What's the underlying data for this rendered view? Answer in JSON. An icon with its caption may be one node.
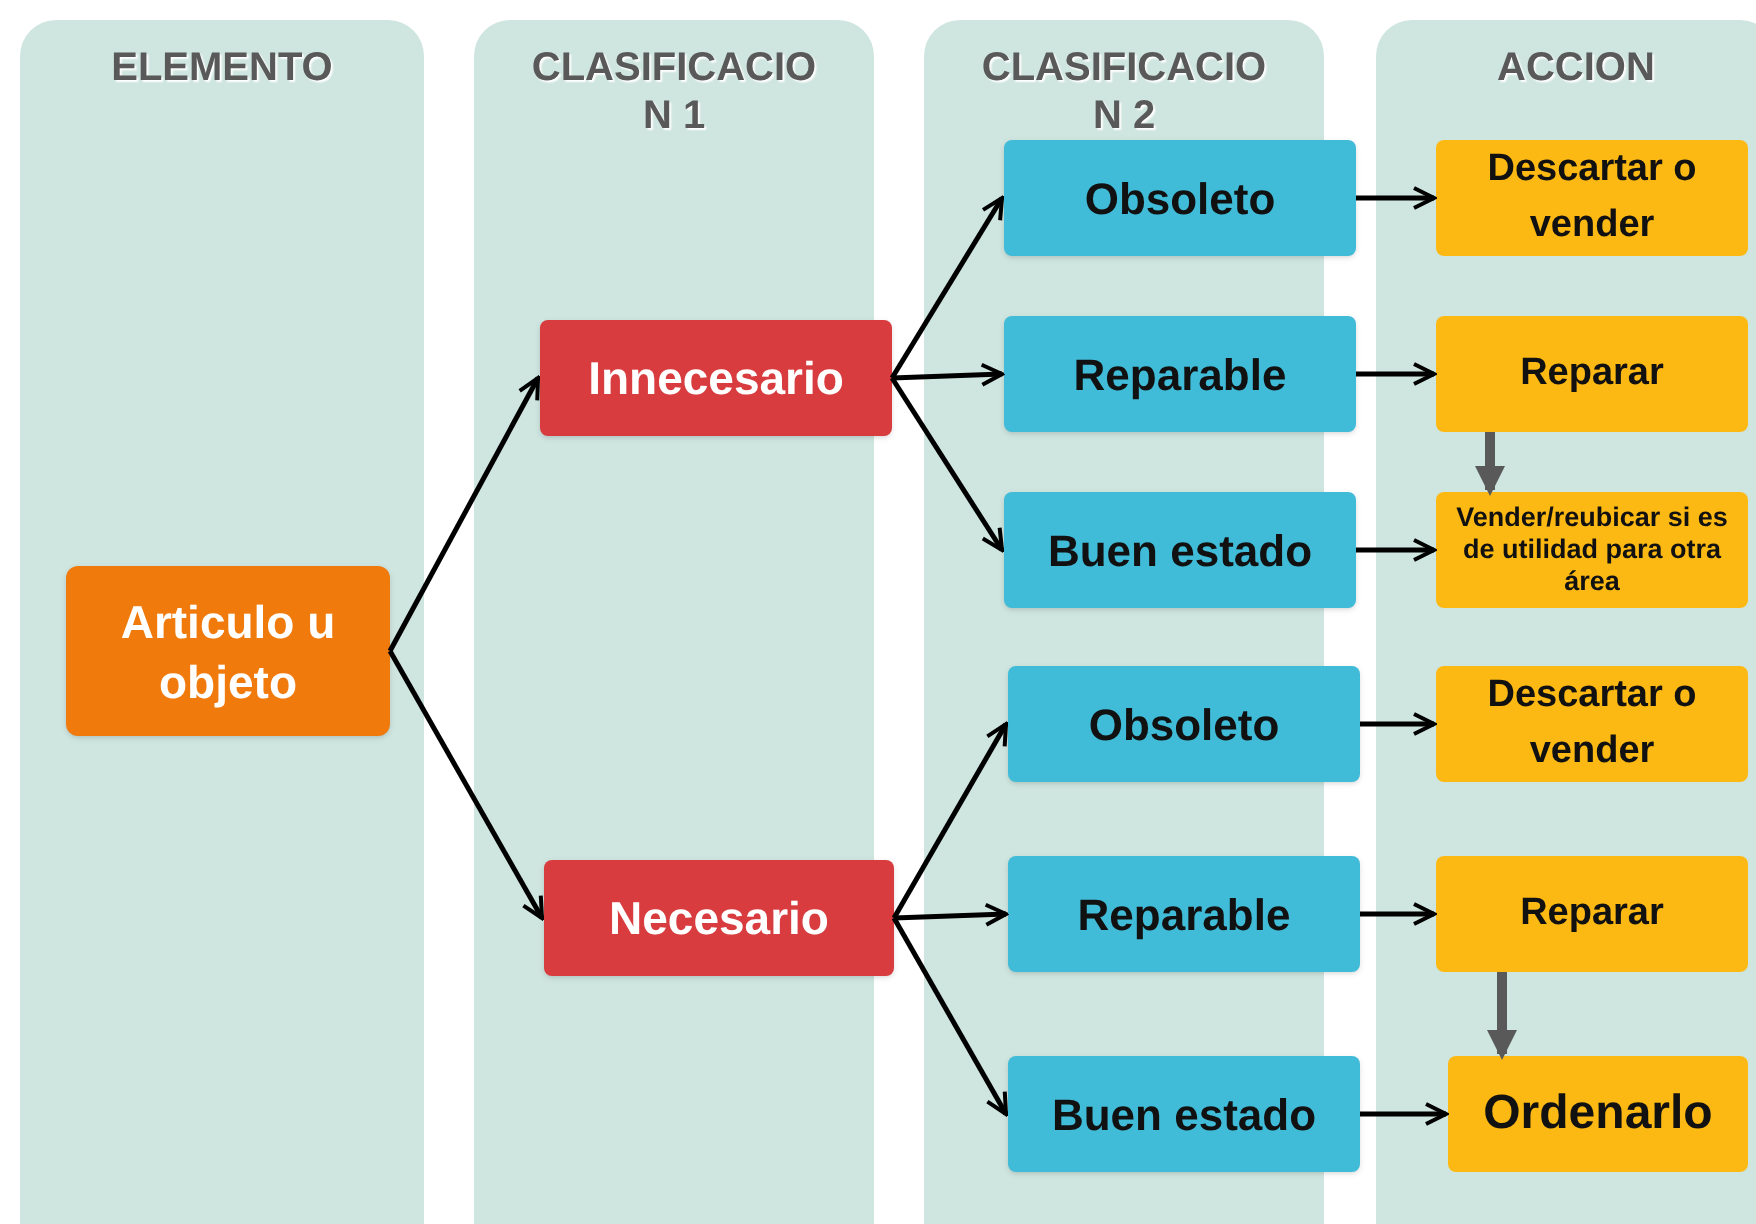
{
  "diagram": {
    "nodes": [
      {
        "text": [
          "Articulo u objeto"
        ]
      },
      {
        "text": [
          "Innecesario"
        ]
      },
      {
        "text": [
          "Necesario"
        ]
      },
      {
        "text": [
          "Obsoleto"
        ]
      },
      {
        "text": [
          "Reparable"
        ]
      },
      {
        "text": [
          "Buen estado"
        ]
      },
      {
        "text": [
          "Obsoleto"
        ]
      },
      {
        "text": [
          "Reparable"
        ]
      },
      {
        "text": [
          "Buen estado"
        ]
      },
      {
        "text": [
          "Descartar o vender"
        ]
      },
      {
        "text": [
          "Reparar"
        ]
      },
      {
        "text": [
          "Vender/reubicar si es de utilidad para otra área"
        ]
      },
      {
        "text": [
          "Descartar o vender"
        ]
      },
      {
        "text": [
          "Reparar"
        ]
      },
      {
        "text": [
          "Ordenarlo"
        ]
      }
    ],
    "edges": [
      {
        "from": 0,
        "to": 1,
        "arrow": "to"
      },
      {
        "from": 0,
        "to": 2,
        "arrow": "to"
      },
      {
        "from": 1,
        "to": 3,
        "arrow": "to"
      },
      {
        "from": 1,
        "to": 4,
        "arrow": "to"
      },
      {
        "from": 1,
        "to": 5,
        "arrow": "to"
      },
      {
        "from": 2,
        "to": 6,
        "arrow": "to"
      },
      {
        "from": 2,
        "to": 7,
        "arrow": "to"
      },
      {
        "from": 2,
        "to": 8,
        "arrow": "to"
      },
      {
        "from": 3,
        "to": 9,
        "arrow": "to"
      },
      {
        "from": 4,
        "to": 10,
        "arrow": "to"
      },
      {
        "from": 5,
        "to": 11,
        "arrow": "to"
      },
      {
        "from": 6,
        "to": 12,
        "arrow": "to"
      },
      {
        "from": 7,
        "to": 13,
        "arrow": "to"
      },
      {
        "from": 8,
        "to": 14,
        "arrow": "to"
      },
      {
        "from": 10,
        "to": 11,
        "arrow": "to",
        "style": "thick",
        "color": "#595959"
      },
      {
        "from": 13,
        "to": 14,
        "arrow": "to",
        "style": "thick",
        "color": "#595959"
      }
    ],
    "labels": [
      "ELEMENTO",
      "CLASIFICACIO N 1",
      "CLASIFICACIO N 2",
      "ACCION"
    ]
  }
}
